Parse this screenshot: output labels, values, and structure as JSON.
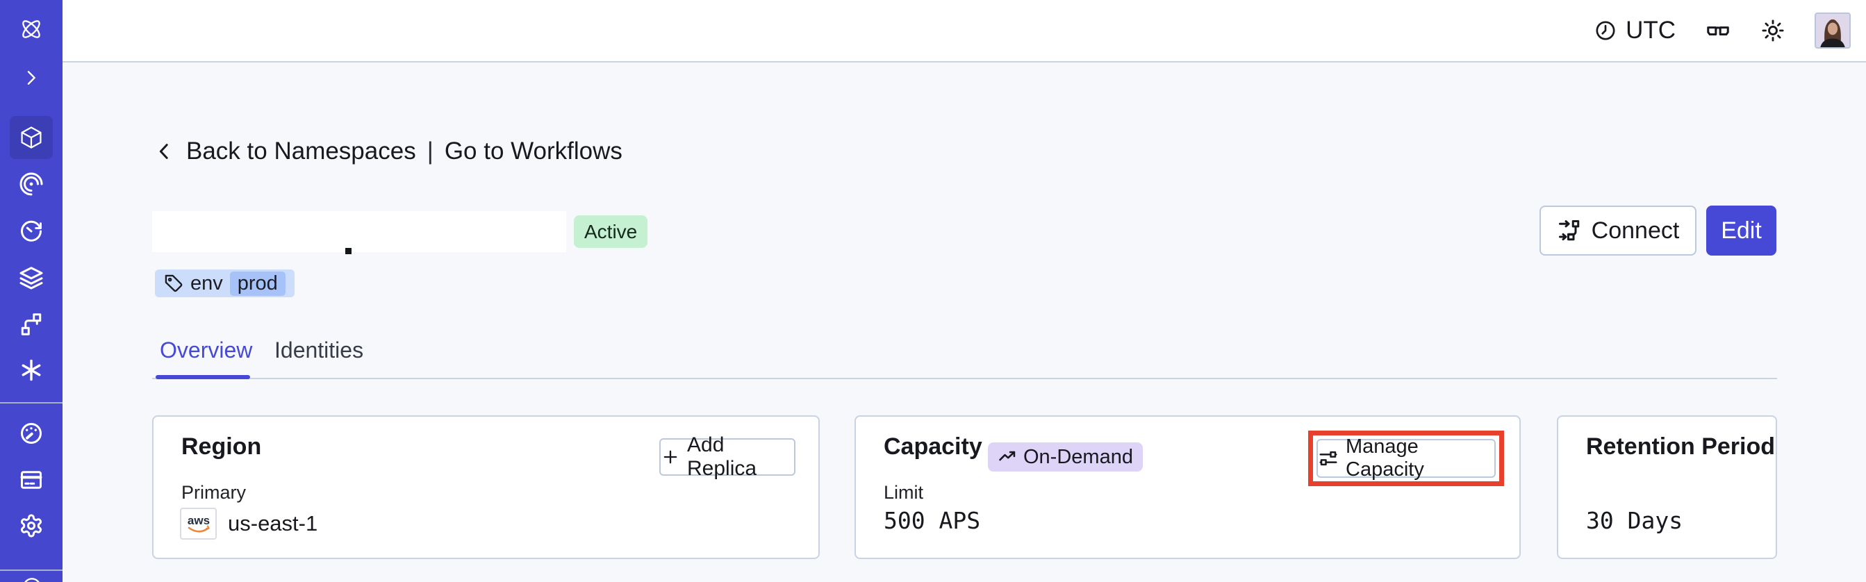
{
  "topbar": {
    "timezone_label": "UTC",
    "icons": [
      "clock-icon",
      "glasses-icon",
      "theme-sun-icon",
      "avatar"
    ]
  },
  "sidebar": {
    "items": [
      {
        "icon": "temporal-logo",
        "active": false
      },
      {
        "icon": "expand-chevron-icon",
        "active": false
      },
      {
        "icon": "namespaces-cube-icon",
        "active": true
      },
      {
        "icon": "workflows-spiral-icon",
        "active": false
      },
      {
        "icon": "schedules-clock-icon",
        "active": false
      },
      {
        "icon": "deployments-layers-icon",
        "active": false
      },
      {
        "icon": "batch-branch-icon",
        "active": false
      },
      {
        "icon": "nexus-asterisk-icon",
        "active": false
      },
      {
        "icon": "usage-gauge-icon",
        "active": false
      },
      {
        "icon": "billing-card-icon",
        "active": false
      },
      {
        "icon": "settings-gear-icon",
        "active": false
      },
      {
        "icon": "account-partial-icon",
        "active": false
      }
    ]
  },
  "breadcrumb": {
    "back_label": "Back to Namespaces",
    "separator": "|",
    "workflows_label": "Go to Workflows"
  },
  "namespace_header": {
    "status_badge": "Active",
    "tag": {
      "key": "env",
      "value": "prod"
    },
    "connect_label": "Connect",
    "edit_label": "Edit"
  },
  "tabs": [
    {
      "label": "Overview",
      "active": true
    },
    {
      "label": "Identities",
      "active": false
    }
  ],
  "cards": {
    "region": {
      "title": "Region",
      "add_replica_label": "Add Replica",
      "primary_label": "Primary",
      "provider": "aws",
      "region_value": "us-east-1"
    },
    "capacity": {
      "title": "Capacity",
      "badge_label": "On-Demand",
      "manage_label": "Manage Capacity",
      "limit_label": "Limit",
      "limit_value": "500 APS"
    },
    "retention": {
      "title": "Retention Period",
      "value": "30 Days"
    }
  },
  "colors": {
    "sidebar_bg": "#4547CE",
    "accent_indigo": "#4649D6",
    "active_badge_bg": "#C5F0D1",
    "tag_bg": "#CBDDFB",
    "tag_value_bg": "#A6C2F8",
    "on_demand_bg": "#DED4F8",
    "highlight_border": "#E7402C",
    "page_bg": "#F7F8FB",
    "card_border": "#C9D3E3"
  }
}
